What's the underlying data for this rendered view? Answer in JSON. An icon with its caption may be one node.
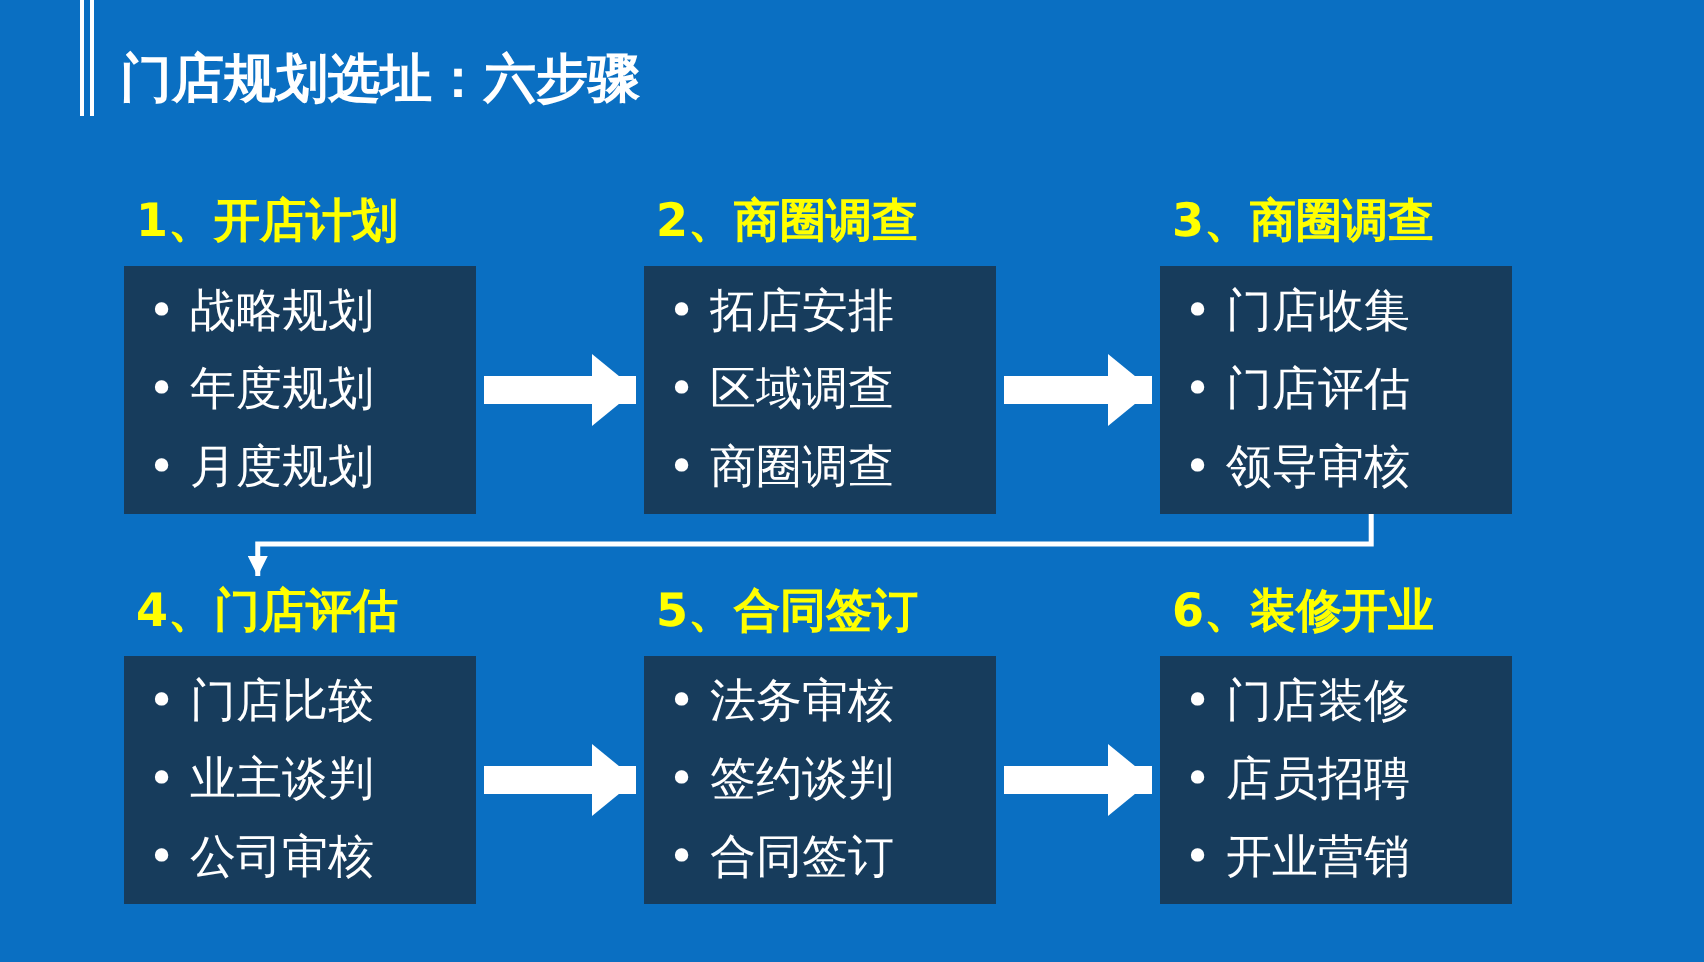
{
  "diagram": {
    "title": "门店规划选址：六步骤",
    "nodes": [
      {
        "text": [
          "1、开店计划",
          "• 战略规划",
          "• 年度规划",
          "• 月度规划"
        ]
      },
      {
        "text": [
          "2、商圈调查",
          "• 拓店安排",
          "• 区域调查",
          "• 商圈调查"
        ]
      },
      {
        "text": [
          "3、商圈调查",
          "• 门店收集",
          "• 门店评估",
          "• 领导审核"
        ]
      },
      {
        "text": [
          "4、门店评估",
          "• 门店比较",
          "• 业主谈判",
          "• 公司审核"
        ]
      },
      {
        "text": [
          "5、合同签订",
          "• 法务审核",
          "• 签约谈判",
          "• 合同签订"
        ]
      },
      {
        "text": [
          "6、装修开业",
          "• 门店装修",
          "• 店员招聘",
          "• 开业营销"
        ]
      }
    ],
    "edges": [
      {
        "from": 0,
        "to": 1,
        "arrow": "to"
      },
      {
        "from": 1,
        "to": 2,
        "arrow": "to"
      },
      {
        "from": 2,
        "to": 3,
        "arrow": "to"
      },
      {
        "from": 3,
        "to": 4,
        "arrow": "to"
      },
      {
        "from": 4,
        "to": 5,
        "arrow": "to"
      }
    ]
  }
}
